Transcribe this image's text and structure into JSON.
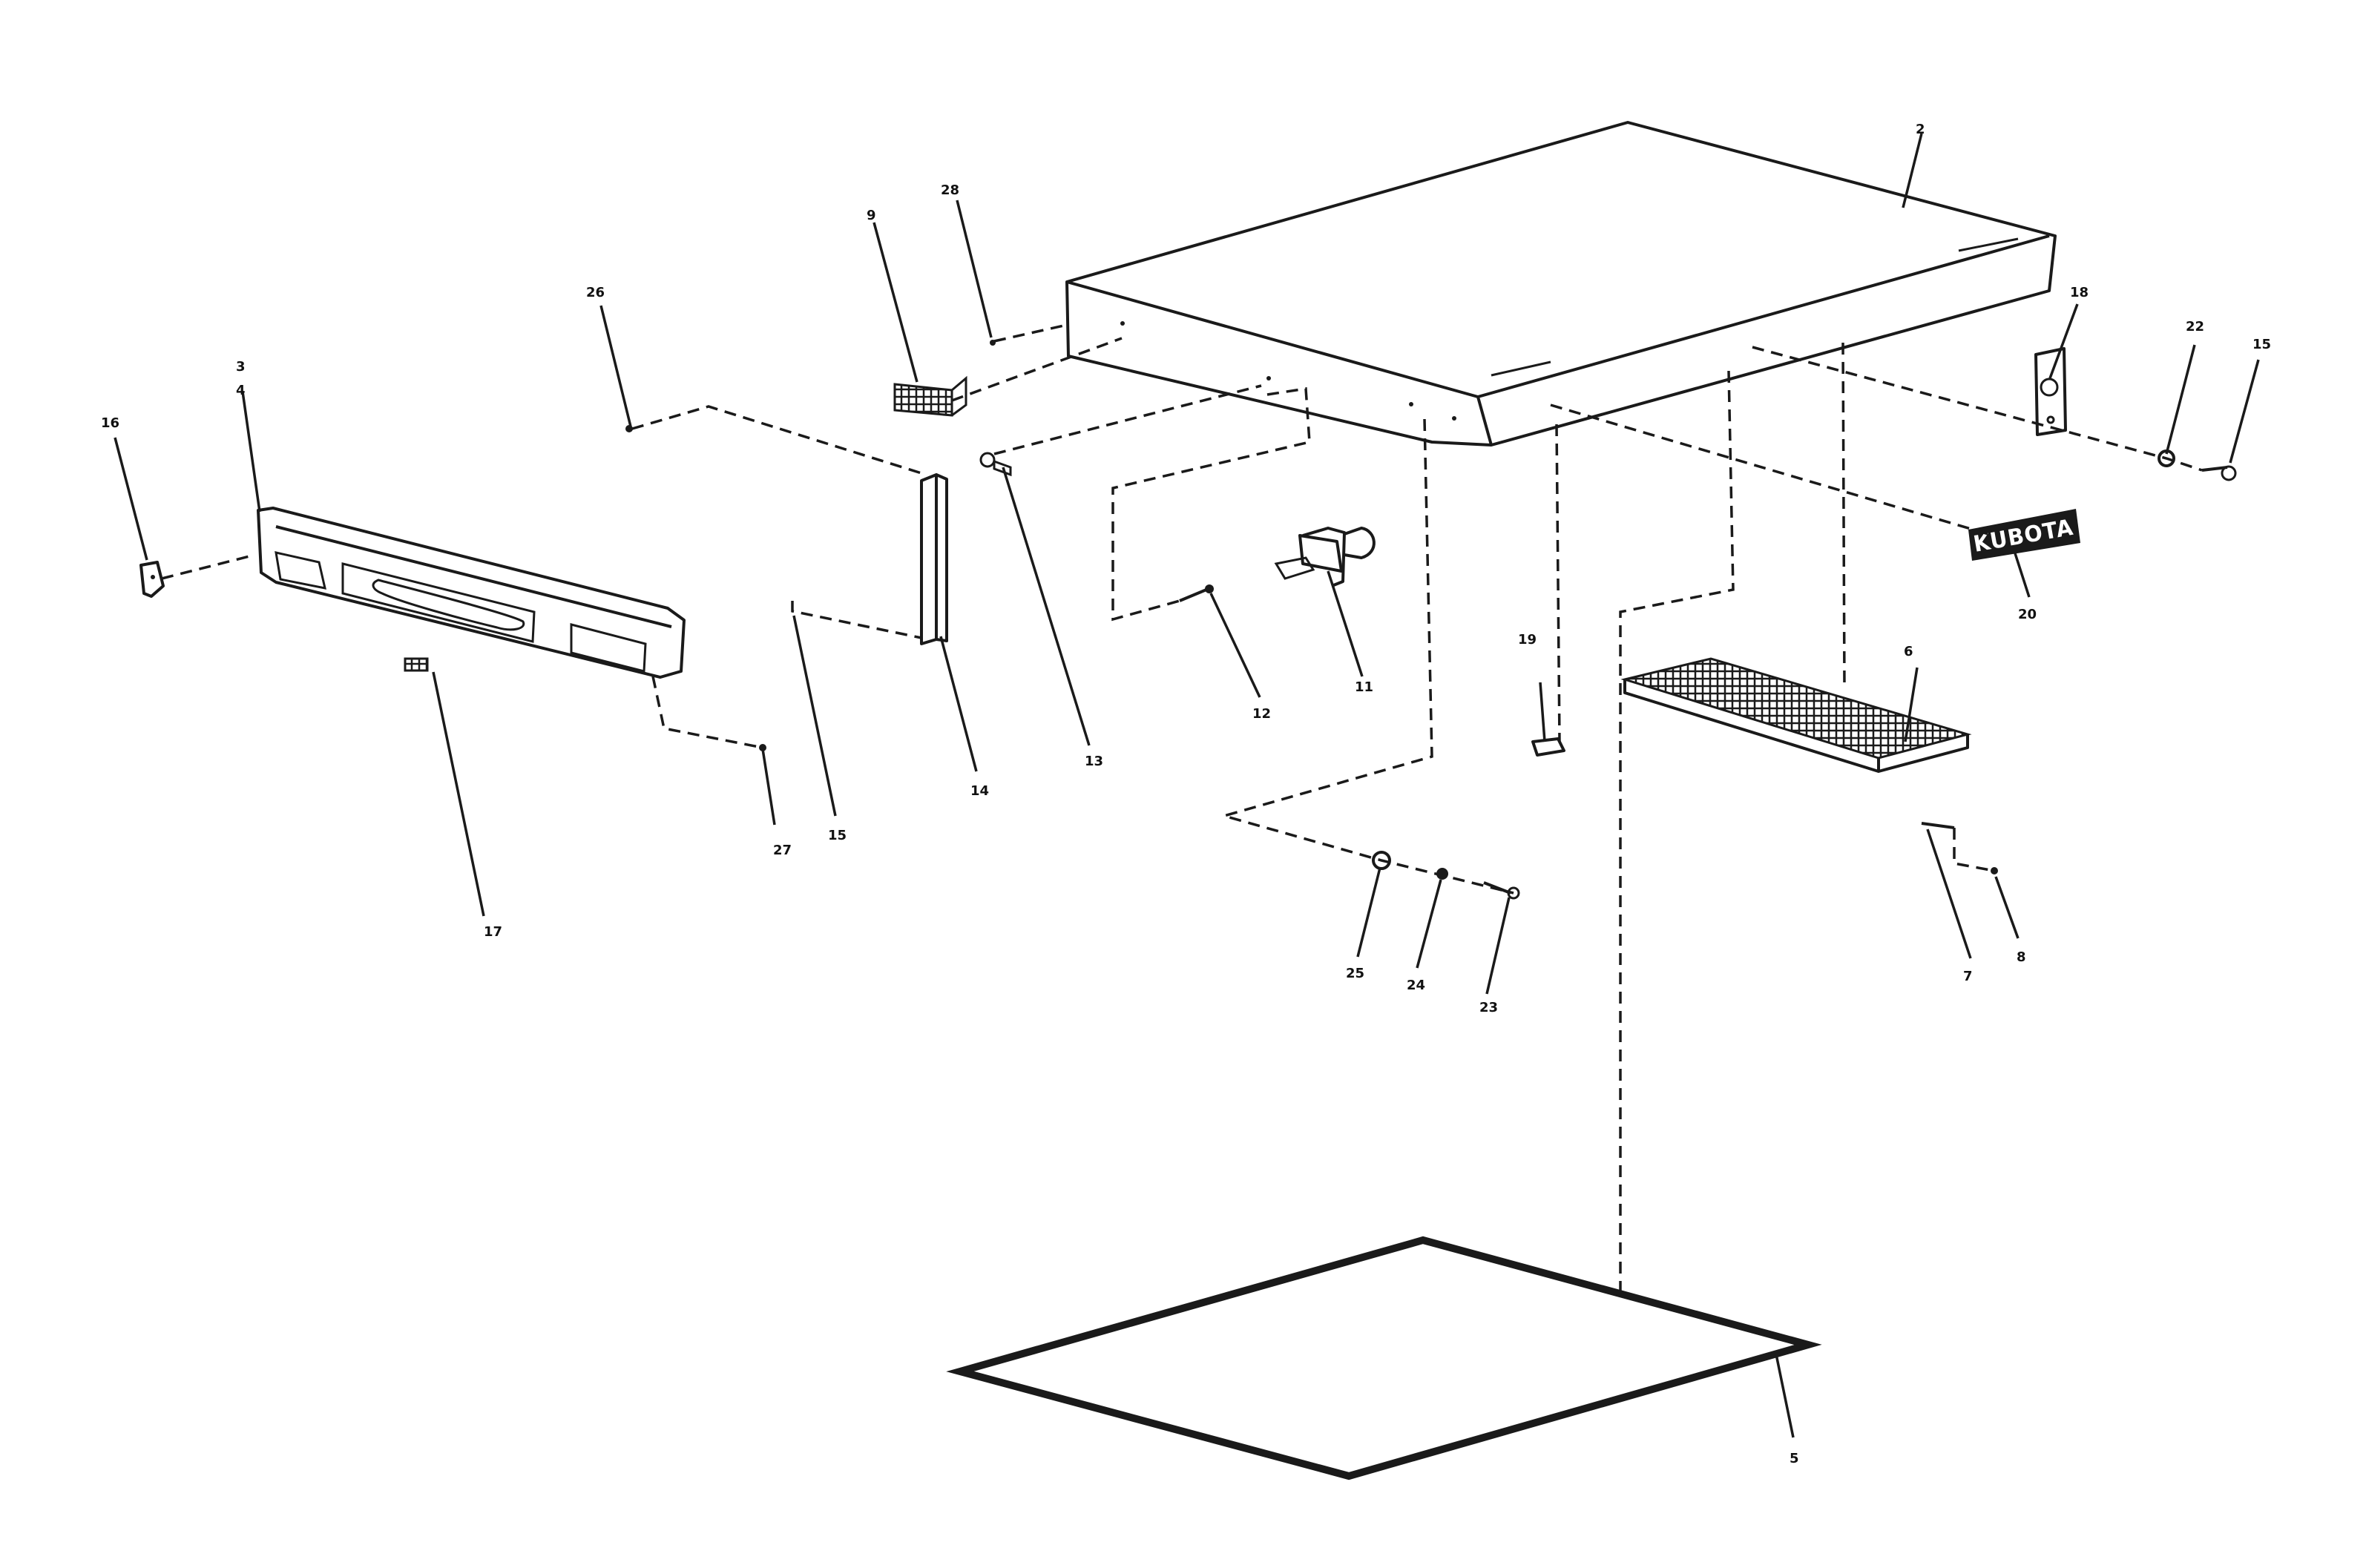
{
  "diagram": {
    "callouts": {
      "c1": "2",
      "c2": "9",
      "c3": "28",
      "c4": "26",
      "c5": "3",
      "c6": "4",
      "c7": "16",
      "c8": "17",
      "c9": "27",
      "c10": "15",
      "c11": "14",
      "c12": "13",
      "c13": "12",
      "c14": "11",
      "c15": "18",
      "c16": "22",
      "c17": "15",
      "c18": "20",
      "c19": "19",
      "c20": "6",
      "c21": "7",
      "c22": "8",
      "c23": "25",
      "c24": "24",
      "c25": "23",
      "c26": "5"
    },
    "decal_text": "KUBOTA"
  }
}
